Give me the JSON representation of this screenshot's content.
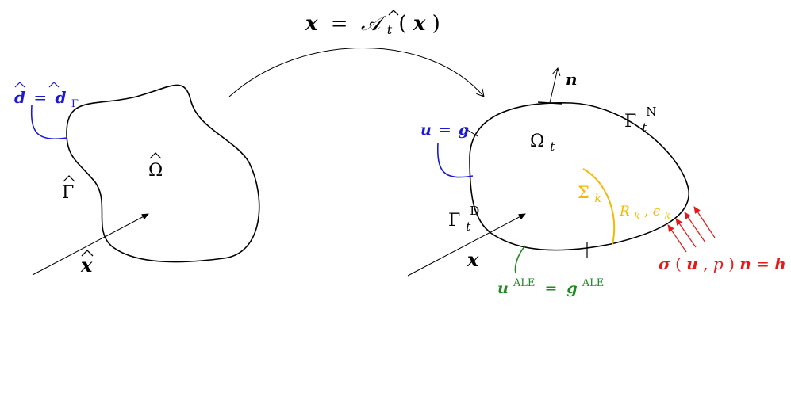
{
  "colors": {
    "ink": "#000000",
    "dirichlet": "#1a1ad6",
    "ale": "#1f8a1f",
    "interface": "#f5b800",
    "neumann": "#e31a1a"
  },
  "labels": {
    "map_lhs": "x",
    "map_eq": "=",
    "map_op": "𝒜",
    "map_sub": "t",
    "map_arg_open": "(",
    "map_arg": "x",
    "map_arg_close": ")",
    "ref_domain": "Ω",
    "ref_boundary": "Γ",
    "ref_point": "x",
    "ref_disp_lhs": "d",
    "ref_disp_eq": "=",
    "ref_disp_rhs": "d",
    "ref_disp_sub": "Γ",
    "cur_domain": "Ω",
    "cur_domain_sub": "t",
    "cur_point": "x",
    "normal": "n",
    "neumann_boundary": "Γ",
    "neumann_sub": "t",
    "neumann_sup": "N",
    "dirichlet_boundary": "Γ",
    "dirichlet_sub": "t",
    "dirichlet_sup": "D",
    "dirichlet_lhs": "u",
    "dirichlet_eq": "=",
    "dirichlet_rhs": "g",
    "ale_lhs": "u",
    "ale_lhs_sup": "ALE",
    "ale_eq": "=",
    "ale_rhs": "g",
    "ale_rhs_sup": "ALE",
    "interface": "Σ",
    "interface_sub": "k",
    "interface_params": "R",
    "interface_params_sub1": "k",
    "interface_params_sep": ", ",
    "interface_params_eps": "ϵ",
    "interface_params_sub2": "k",
    "traction_sigma": "σ",
    "traction_open": "(",
    "traction_u": "u",
    "traction_comma": ", ",
    "traction_p": "p",
    "traction_close": ")",
    "traction_n": "n",
    "traction_eq": " = ",
    "traction_h": "h"
  }
}
